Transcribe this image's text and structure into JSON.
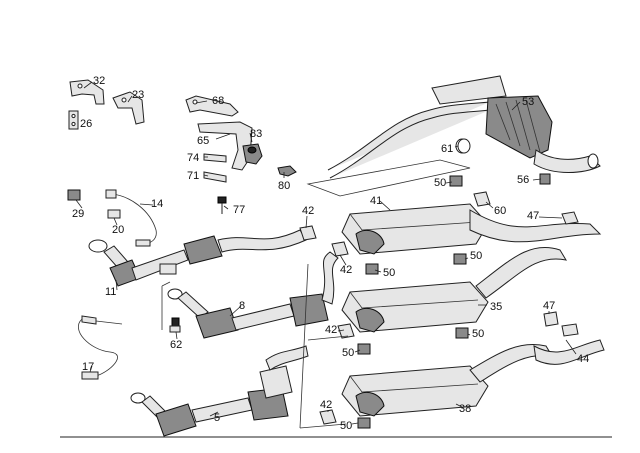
{
  "callouts": [
    {
      "id": "32",
      "text": "32"
    },
    {
      "id": "23",
      "text": "23"
    },
    {
      "id": "26",
      "text": "26"
    },
    {
      "id": "68",
      "text": "68"
    },
    {
      "id": "65",
      "text": "65"
    },
    {
      "id": "83",
      "text": "83"
    },
    {
      "id": "74",
      "text": "74"
    },
    {
      "id": "71",
      "text": "71"
    },
    {
      "id": "80",
      "text": "80"
    },
    {
      "id": "77",
      "text": "77"
    },
    {
      "id": "53",
      "text": "53"
    },
    {
      "id": "61",
      "text": "61"
    },
    {
      "id": "56",
      "text": "56"
    },
    {
      "id": "41",
      "text": "41"
    },
    {
      "id": "50a",
      "text": "50"
    },
    {
      "id": "60",
      "text": "60"
    },
    {
      "id": "47a",
      "text": "47"
    },
    {
      "id": "42a",
      "text": "42"
    },
    {
      "id": "42b",
      "text": "42"
    },
    {
      "id": "50b",
      "text": "50"
    },
    {
      "id": "50c",
      "text": "50"
    },
    {
      "id": "35",
      "text": "35"
    },
    {
      "id": "47b",
      "text": "47"
    },
    {
      "id": "29",
      "text": "29"
    },
    {
      "id": "14",
      "text": "14"
    },
    {
      "id": "20",
      "text": "20"
    },
    {
      "id": "11",
      "text": "11"
    },
    {
      "id": "8",
      "text": "8"
    },
    {
      "id": "62",
      "text": "62"
    },
    {
      "id": "42c",
      "text": "42"
    },
    {
      "id": "50d",
      "text": "50"
    },
    {
      "id": "50e",
      "text": "50"
    },
    {
      "id": "44",
      "text": "44"
    },
    {
      "id": "17",
      "text": "17"
    },
    {
      "id": "5",
      "text": "5"
    },
    {
      "id": "42d",
      "text": "42"
    },
    {
      "id": "38",
      "text": "38"
    },
    {
      "id": "50f",
      "text": "50"
    }
  ]
}
